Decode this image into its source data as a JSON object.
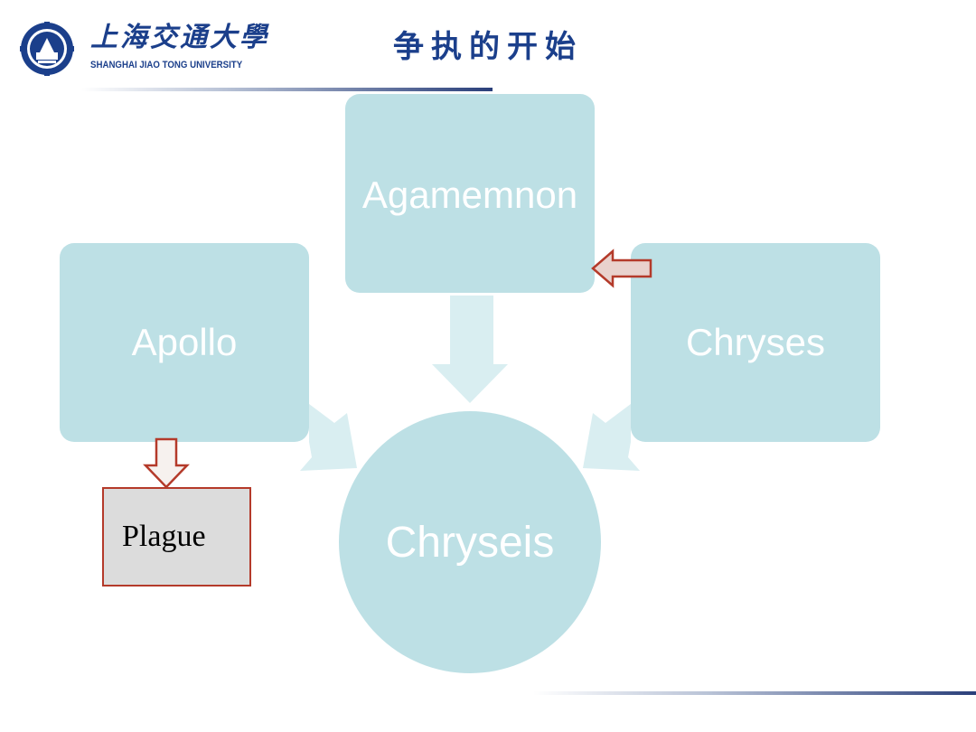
{
  "header": {
    "university_cn": "上海交通大學",
    "university_en": "SHANGHAI JIAO TONG UNIVERSITY",
    "title": "争执的开始"
  },
  "nodes": {
    "agamemnon": "Agamemnon",
    "apollo": "Apollo",
    "chryses": "Chryses",
    "chryseis": "Chryseis"
  },
  "callout": {
    "plague": "Plague"
  },
  "colors": {
    "brand_blue": "#1b3f8b",
    "node_fill": "#bde0e5",
    "connector_fill": "#d9eef1",
    "callout_border": "#b43a2a",
    "callout_fill": "#dcdcdc"
  }
}
